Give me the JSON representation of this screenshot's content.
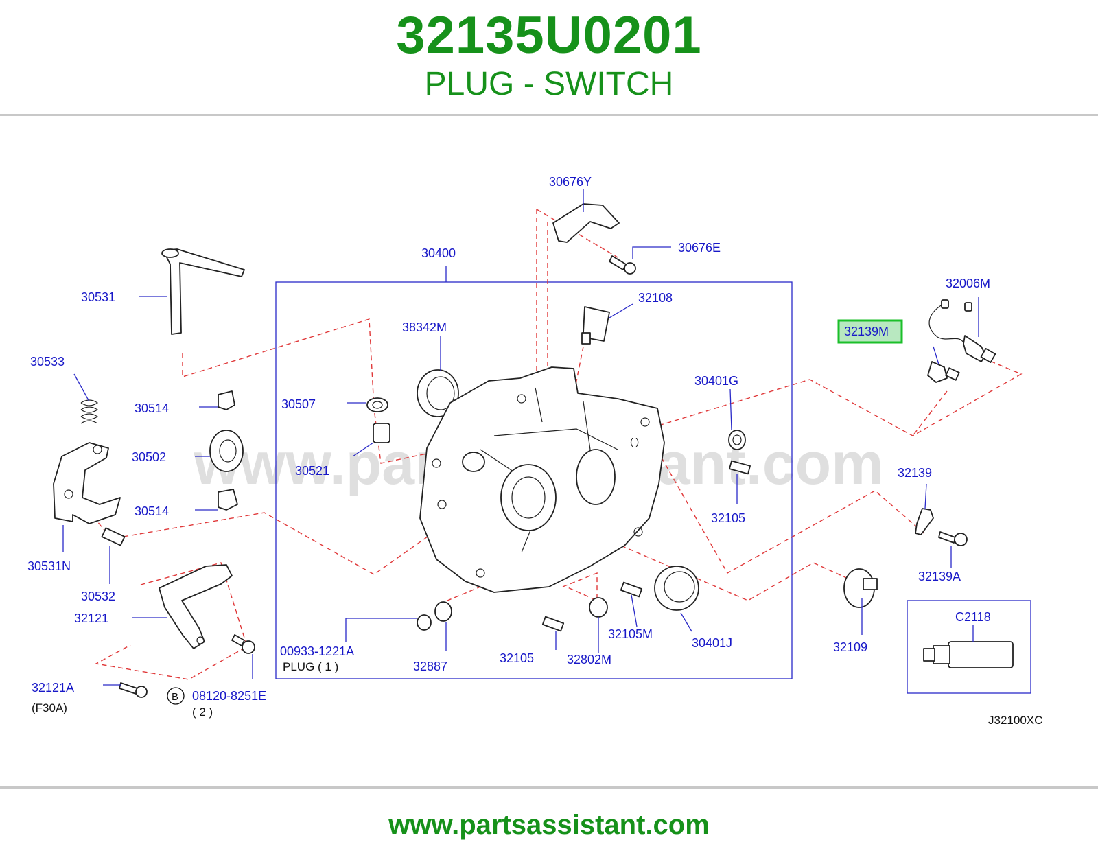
{
  "header": {
    "part_number": "32135U0201",
    "part_name": "PLUG - SWITCH"
  },
  "watermark": "www.partsassistant.com",
  "footer": {
    "url": "www.partsassistant.com"
  },
  "diagram": {
    "code": "J32100XC",
    "highlighted_part": "32139M",
    "highlight_color": "#1bbf2a",
    "label_color": "#1818c8",
    "dash_color": "#e0393a",
    "callouts": {
      "p30676Y": "30676Y",
      "p30676E": "30676E",
      "p30400": "30400",
      "p30531": "30531",
      "p32108": "32108",
      "p32006M": "32006M",
      "p32139M": "32139M",
      "p38342M": "38342M",
      "p30533": "30533",
      "p30514a": "30514",
      "p30507": "30507",
      "p30401G": "30401G",
      "p30502": "30502",
      "p30521": "30521",
      "p32139": "32139",
      "p30514b": "30514",
      "p32105a": "32105",
      "p30531N": "30531N",
      "p30532": "30532",
      "p32139A": "32139A",
      "p32121": "32121",
      "pC2118": "C2118",
      "p32105M": "32105M",
      "p00933": "00933-1221A",
      "p30401J": "30401J",
      "p32109": "32109",
      "p32887": "32887",
      "p32105b": "32105",
      "p32802M": "32802M",
      "p32121A": "32121A",
      "p08120": "08120-8251E"
    },
    "notes": {
      "plug_note": "PLUG ( 1 )",
      "f30a": "(F30A)",
      "bolt_qty": "( 2 )",
      "b_marker": "B"
    }
  }
}
